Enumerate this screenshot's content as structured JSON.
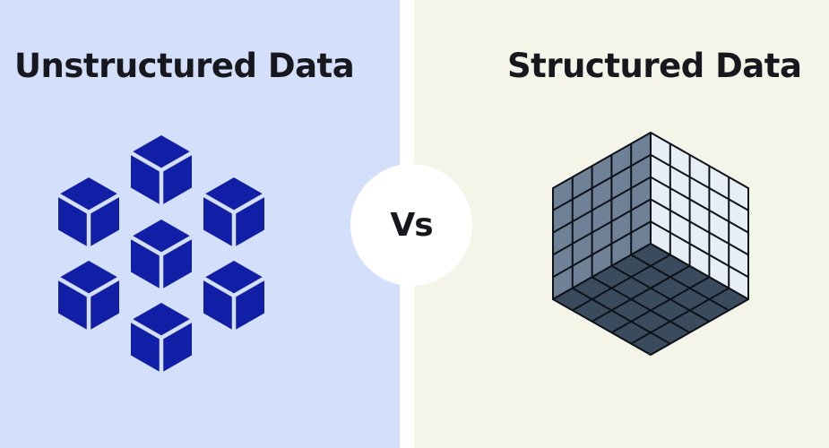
{
  "left": {
    "title": "Unstructured Data"
  },
  "right": {
    "title": "Structured Data"
  },
  "vs_label": "Vs",
  "colors": {
    "left_background": "#d4e0fb",
    "right_background": "#f5f4e9",
    "unstructured_cube": "#101fa6",
    "structured_top": "#e8eef6",
    "structured_left": "#6f8196",
    "structured_bottom": "#3b4b5e",
    "grid_line": "#0d1218",
    "text": "#16181d"
  },
  "icons": {
    "unstructured": "scattered-cubes-icon",
    "structured": "grid-cube-icon"
  }
}
